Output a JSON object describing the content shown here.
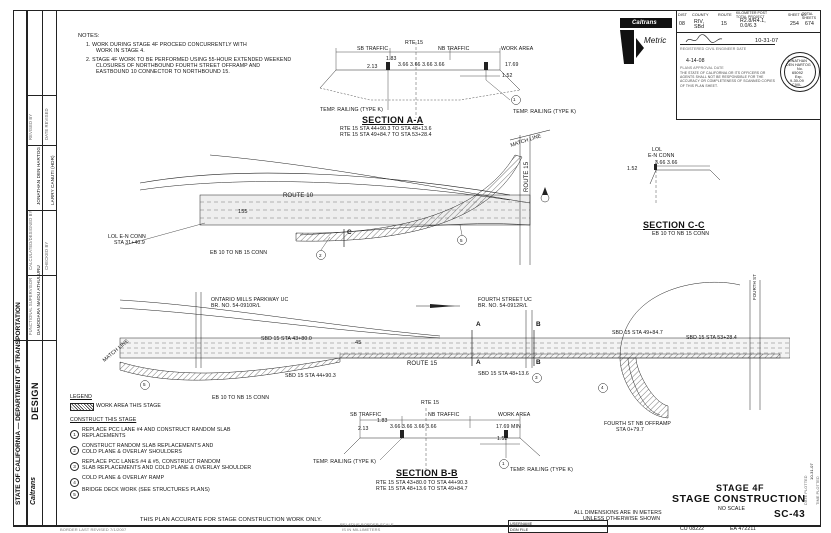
{
  "notes": {
    "header": "NOTES:",
    "items": [
      "1. WORK DURING STAGE 4F PROCEED CONCURRENTLY WITH",
      "WORK IN STAGE 4.",
      "2. STAGE 4F WORK TO BE PERFORMED USING 55-HOUR EXTENDED WEEKEND",
      "CLOSURES OF NORTHBOUND FOURTH STREET OFFRAMP AND",
      "EASTBOUND 10 CONNECTOR TO NORTHBOUND 15."
    ]
  },
  "left_strip": {
    "state": "STATE OF CALIFORNIA — DEPARTMENT OF TRANSPORTATION",
    "design": "DESIGN",
    "caltrans": "Caltrans",
    "functional_supervisor": "FUNCTIONAL SUPERVISOR",
    "supervisor_name": "DAMODARA NAIDU ATHULURU",
    "calculated_by": "CALCULATED/DESIGNED BY",
    "designer_name": "JONATHAN DEN HARTOG",
    "checked_by": "CHECKED BY",
    "checker_name": "LARRY CANUTI (HDR)",
    "revised_by": "REVISED BY",
    "date_revised": "DATE REVISED"
  },
  "title_block": {
    "headers": [
      "DIST",
      "COUNTY",
      "ROUTE",
      "KILOMETER POST TOTAL PROJECT",
      "SHEET NO.",
      "TOTAL SHEETS"
    ],
    "values": [
      "08",
      "RIV, SBd",
      "15",
      "R2.8/R4.1, 0.0/6.3",
      "254",
      "674"
    ],
    "date_signed": "10-31-07",
    "registered_engineer": "REGISTERED CIVIL ENGINEER   DATE",
    "plans_approval_date": "4-14-08",
    "plans_approval": "PLANS APPROVAL DATE",
    "disclaimer": "THE STATE OF CALIFORNIA OR ITS OFFICERS OR AGENTS SHALL NOT BE RESPONSIBLE FOR THE ACCURACY OR COMPLETENESS OF SCANNED COPIES OF THIS PLAN SHEET.",
    "seal": [
      "JONATHAN",
      "DEN HARTOG",
      "No.",
      "65092",
      "Exp.",
      "9-30-09",
      "CIVIL"
    ],
    "logo": "Caltrans",
    "logo_sub": "Metric"
  },
  "section_aa": {
    "title": "SECTION A-A",
    "route": "RTE 15",
    "sb_traffic": "SB TRAFFIC",
    "nb_traffic": "NB TRAFFIC",
    "work_area": "WORK AREA",
    "dims": "3.66 3.66 3.66 3.66",
    "dim_183": "1.83",
    "dim_213": "2.13",
    "dim_1769": "17.69",
    "dim_152": "1.52",
    "rail_left": "TEMP. RAILING (TYPE K)",
    "rail_right": "TEMP. RAILING (TYPE K)",
    "sta1": "RTE 15 STA 44+90.3 TO STA 48+13.6",
    "sta2": "RTE 15 STA 49+84.7 TO STA 53+28.4"
  },
  "section_bb": {
    "title": "SECTION B-B",
    "route": "RTE 15",
    "sb_traffic": "SB TRAFFIC",
    "nb_traffic": "NB TRAFFIC",
    "work_area": "WORK AREA",
    "dims": "3.66 3.66 3.66 3.66",
    "dim_183": "1.83",
    "dim_213": "2.13",
    "dim_1769": "17.69 MIN",
    "dim_152": "1.52",
    "rail_left": "TEMP. RAILING (TYPE K)",
    "rail_right": "TEMP. RAILING (TYPE K)",
    "sta1": "RTE 15 STA 43+80.0 TO STA 44+90.3",
    "sta2": "RTE 15 STA 48+13.6 TO STA 49+84.7"
  },
  "section_cc": {
    "title": "SECTION C-C",
    "sub": "EB 10 TO NB 15 CONN",
    "lol": "LOL",
    "conn": "E-N CONN",
    "dims": "3.66 3.66",
    "dim_152": "1.52"
  },
  "plan_upper": {
    "match_line": "MATCH LINE",
    "route10": "ROUTE 10",
    "route15": "ROUTE 15",
    "station": "155",
    "lol_conn": "LOL E-N CONN",
    "lol_sta": "STA 31+40.9",
    "eb10": "EB 10 TO NB 15 CONN",
    "c_mark": "C"
  },
  "plan_lower": {
    "match_line": "MATCH LINE",
    "ontario_uc": "ONTARIO MILLS PARKWAY UC",
    "ontario_br": "BR. NO. 54-0910R/L",
    "fourth_uc": "FOURTH STREET UC",
    "fourth_br": "BR. NO. 54-0912R/L",
    "sbd_sta1": "SBD 15 STA 43+80.0",
    "sbd_sta2": "SBD 15 STA 49+84.7",
    "sbd_sta3": "SBD 15 STA 53+28.4",
    "sbd_sta4": "SBD 15 STA 44+90.3",
    "sbd_sta5": "SBD 15 STA 48+13.6",
    "route15": "ROUTE 15",
    "station": "45",
    "eb10": "EB 10 TO NB 15 CONN",
    "fourth_offramp": "FOURTH ST NB OFFRAMP",
    "offramp_sta": "STA 0+79.7",
    "a_mark": "A",
    "b_mark": "B",
    "fourth_st": "FOURTH ST"
  },
  "legend": {
    "title": "LEGEND",
    "work_area": "WORK AREA THIS STAGE",
    "construct_title": "CONSTRUCT THIS STAGE",
    "items": [
      {
        "num": "1",
        "text": "REPLACE PCC LANE #4 AND CONSTRUCT RANDOM SLAB",
        "text2": "REPLACEMENTS"
      },
      {
        "num": "2",
        "text": "CONSTRUCT RANDOM SLAB REPLACEMENTS AND",
        "text2": "COLD PLANE & OVERLAY SHOULDERS"
      },
      {
        "num": "3",
        "text": "REPLACE PCC LANES #4 & #5, CONSTRUCT RANDOM",
        "text2": "SLAB REPLACEMENTS AND COLD PLANE & OVERLAY SHOULDER"
      },
      {
        "num": "4",
        "text": "COLD PLANE & OVERLAY RAMP",
        "text2": ""
      },
      {
        "num": "5",
        "text": "BRIDGE DECK WORK (SEE STRUCTURES PLANS)",
        "text2": ""
      }
    ]
  },
  "stage": {
    "stage": "STAGE 4F",
    "title": "STAGE CONSTRUCTION",
    "scale": "NO SCALE",
    "sheet": "SC-43"
  },
  "footer": {
    "accuracy": "THIS PLAN ACCURATE FOR STAGE CONSTRUCTION WORK ONLY.",
    "dimensions": "ALL DIMENSIONS ARE IN METERS",
    "dimensions2": "UNLESS OTHERWISE SHOWN",
    "border": "BORDER LAST REVISED 7/1/2007",
    "relative": "RELATIVE BORDER SCALE",
    "relative2": "IS IN MILLIMETERS",
    "username": "USERNAME",
    "dgn": "DGN FILE",
    "cu": "CU 08222",
    "ea": "EA 472211",
    "plot1": "DATE PLOTTED",
    "plot2": "10-31-07",
    "plot3": "TIME PLOTTED"
  }
}
